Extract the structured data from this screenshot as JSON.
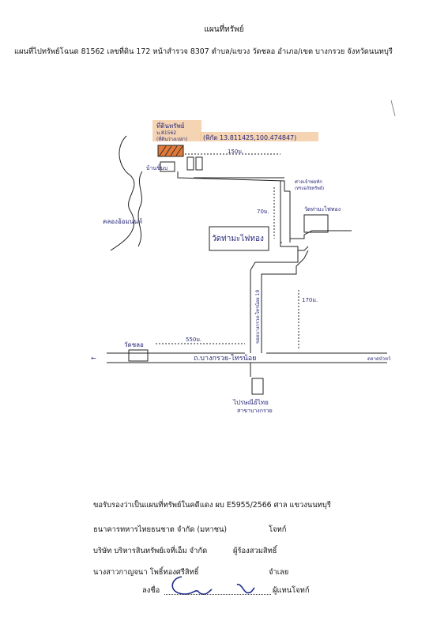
{
  "doc": {
    "title": "แผนที่ทรัพย์",
    "subtitle": "แผนที่ไปทรัพย์โฉนด 81562 เลขที่ดิน 172 หน้าสำรวจ 8307 ตำบล/แขวง วัดชลอ อำเภอ/เขต บางกรวย จังหวัดนนทบุรี"
  },
  "map": {
    "property_label_1": "ที่ดินทรัพย์",
    "property_label_2": "น.81562",
    "property_label_3": "(ที่ดินว่างเปล่า)",
    "coordinates": "(พิกัด 13.811425,100.474847)",
    "dist_150": "150ม.",
    "house_label": "บ้านชิ้นบ",
    "shrine_label": "ศาลเจ้าพ่อทัก",
    "shrine_sub": "(ทรงอภัยทรัพย์)",
    "temple_right": "วัดท่ามะไฟทอง",
    "canal_label": "คลองอ้อมนนท์",
    "dist_70": "70ม.",
    "temple_main": "วัดท่ามะไฟทอง",
    "dist_170": "170ม.",
    "soi_label": "ซอยบางกรวย-ไทรน้อย 19",
    "wat_chalo": "วัดชลอ",
    "dist_550": "550ม.",
    "main_road": "ถ.บางกรวย-ไทรน้อย",
    "left_arrow": "←",
    "right_arrow": "ตลาดบัวหว์",
    "bottom_label_1": "ไปรษณีย์ไทย",
    "bottom_label_2": "สาขาบางกรวย"
  },
  "certification": "ขอรับรองว่าเป็นแผนที่ทรัพย์ในคดีแดง ผบ E5955/2566 ศาล แขวงนนทบุรี",
  "parties": [
    {
      "name": "ธนาคารทหารไทยธนชาต จำกัด (มหาชน)",
      "role": "โจทก์"
    },
    {
      "name": "บริษัท บริหารสินทรัพย์เจที่เอ็ม จำกัด",
      "role": "ผู้ร้องสวมสิทธิ์"
    },
    {
      "name": "นางสาวกาญจนา โพธิ์ทองศรีสิทธิ์",
      "role": "จำเลย"
    }
  ],
  "signature": {
    "label": "ลงชื่อ",
    "role": "ผู้แทนโจทก์"
  },
  "colors": {
    "highlight": "#f2b07a",
    "ink": "#2a2a7a",
    "pencil": "#222222"
  }
}
